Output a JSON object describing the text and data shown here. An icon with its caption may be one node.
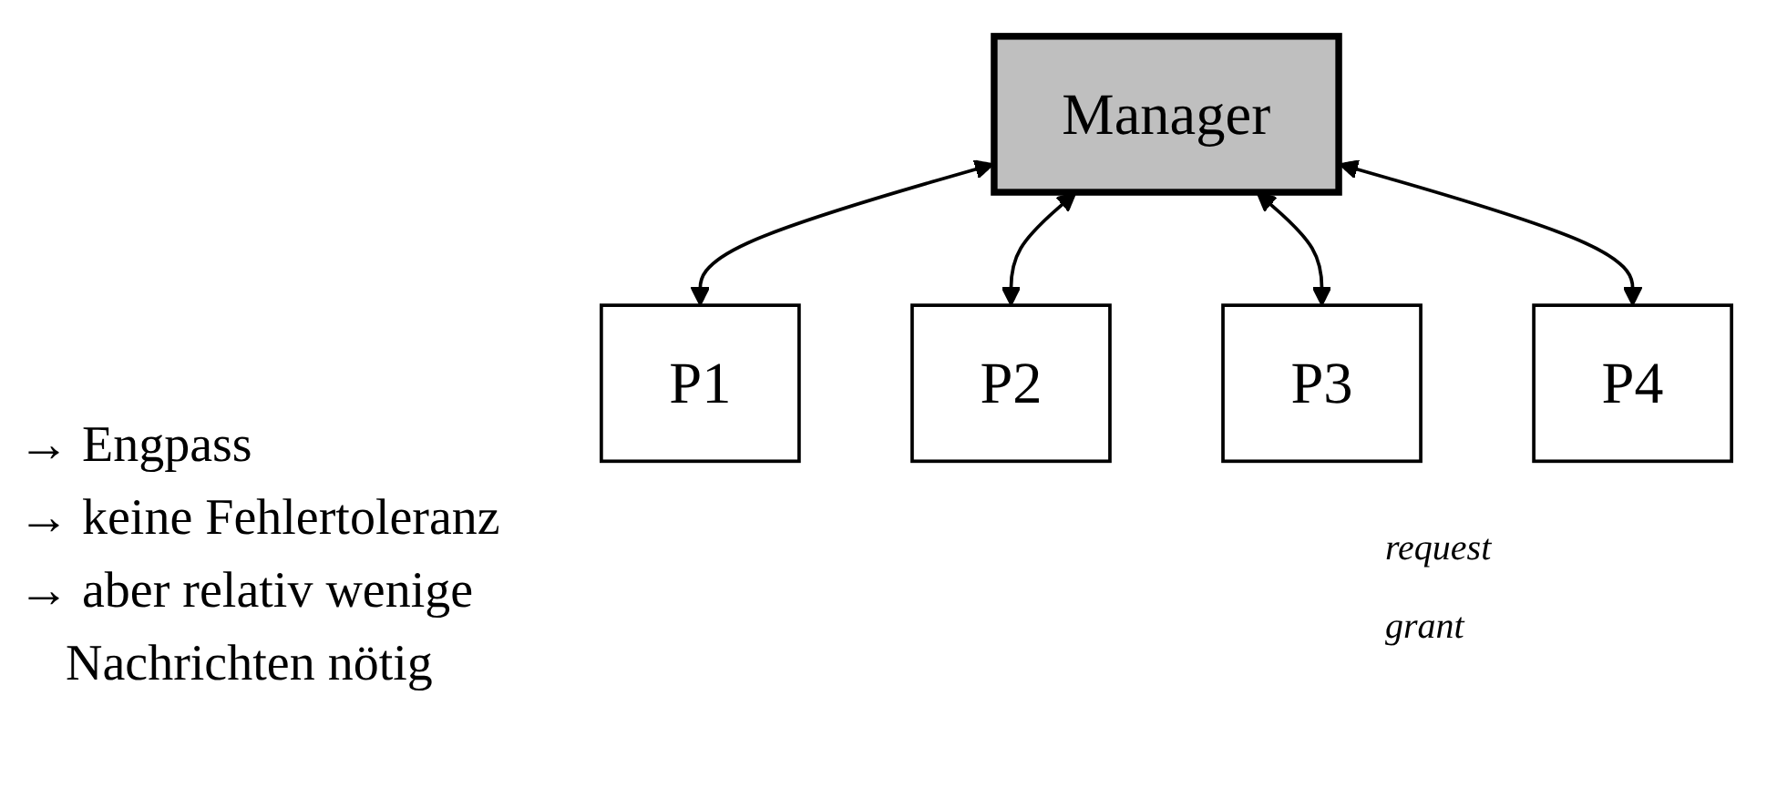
{
  "diagram": {
    "nodes": [
      {
        "text": [
          "Manager"
        ]
      },
      {
        "text": [
          "P1"
        ]
      },
      {
        "text": [
          "P2"
        ]
      },
      {
        "text": [
          "P3"
        ]
      },
      {
        "text": [
          "P4"
        ]
      }
    ],
    "edges": [
      {
        "from": 0,
        "to": 1,
        "arrow": "both"
      },
      {
        "from": 0,
        "to": 2,
        "arrow": "both"
      },
      {
        "from": 0,
        "to": 3,
        "arrow": "both"
      },
      {
        "from": 0,
        "to": 4,
        "arrow": "both"
      }
    ],
    "labels": [
      "request",
      "grant",
      "→ Engpass",
      "→ keine Fehlertoleranz",
      "→ aber relativ wenige Nachrichten nötig"
    ]
  }
}
